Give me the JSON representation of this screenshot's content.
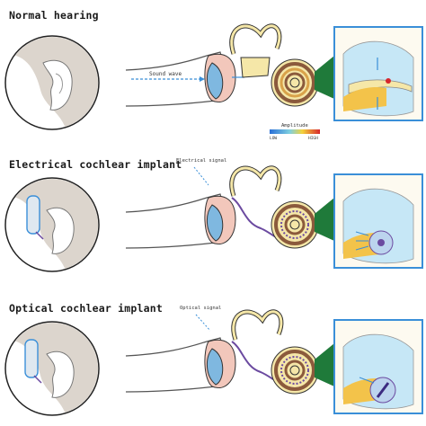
{
  "panels": [
    {
      "title": "Normal hearing",
      "label": "Sound wave",
      "legend": {
        "title": "Amplitude",
        "low": "LOW",
        "high": "HIGH"
      }
    },
    {
      "title": "Electrical cochlear implant",
      "label": "Electrical signal"
    },
    {
      "title": "Optical cochlear implant",
      "label": "Optical signal"
    }
  ],
  "colors": {
    "ear_skin": "#f2c7bb",
    "canal": "#f6d8cf",
    "eardrum": "#7fb8e0",
    "bone": "#f5e7a8",
    "cochlea_brown": "#8b5a3c",
    "nerve_green": "#1f7a3a",
    "zoom_border": "#3a8fd8",
    "zoom_fill": "#c6e7f6",
    "implant_purple": "#6b4aa0",
    "head_gray": "#e0dbd5"
  }
}
